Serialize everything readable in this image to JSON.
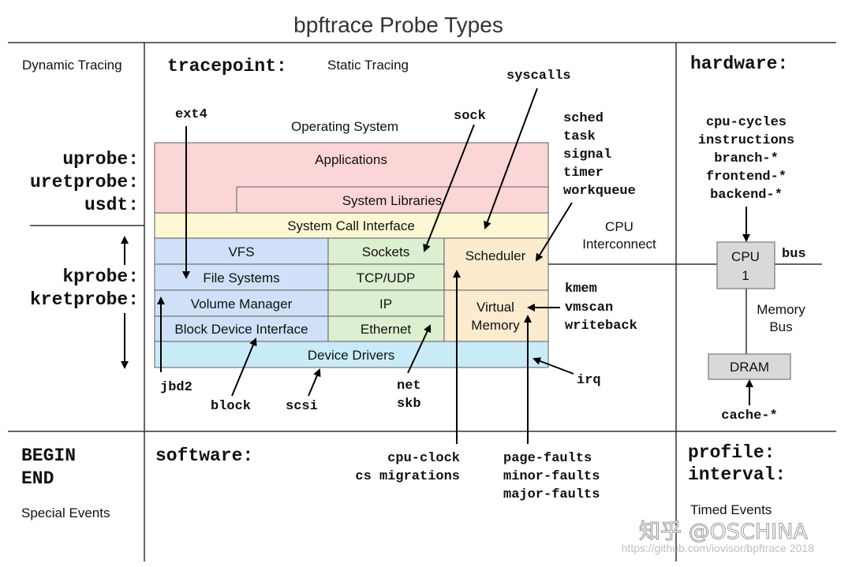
{
  "title": "bpftrace Probe Types",
  "sections": {
    "dynamic_tracing": "Dynamic Tracing",
    "static_tracing": "Static Tracing",
    "special_events": "Special Events",
    "timed_events": "Timed Events",
    "operating_system": "Operating System",
    "cpu_interconnect_1": "CPU",
    "cpu_interconnect_2": "Interconnect",
    "memory_bus_1": "Memory",
    "memory_bus_2": "Bus"
  },
  "probes": {
    "tracepoint": "tracepoint:",
    "hardware": "hardware:",
    "uprobe": "uprobe:",
    "uretprobe": "uretprobe:",
    "usdt": "usdt:",
    "kprobe": "kprobe:",
    "kretprobe": "kretprobe:",
    "begin": "BEGIN",
    "end": "END",
    "software": "software:",
    "profile": "profile:",
    "interval": "interval:"
  },
  "os_boxes": {
    "applications": "Applications",
    "system_libraries": "System Libraries",
    "system_call_interface": "System Call Interface",
    "vfs": "VFS",
    "file_systems": "File Systems",
    "volume_manager": "Volume Manager",
    "block_device_interface": "Block Device Interface",
    "sockets": "Sockets",
    "tcp_udp": "TCP/UDP",
    "ip": "IP",
    "ethernet": "Ethernet",
    "scheduler": "Scheduler",
    "virtual_1": "Virtual",
    "virtual_2": "Memory",
    "device_drivers": "Device Drivers"
  },
  "hw_boxes": {
    "cpu_1": "CPU",
    "cpu_2": "1",
    "dram": "DRAM"
  },
  "tracepoints": {
    "ext4": "ext4",
    "sock": "sock",
    "syscalls": "syscalls",
    "sched": "sched",
    "task": "task",
    "signal": "signal",
    "timer": "timer",
    "workqueue": "workqueue",
    "kmem": "kmem",
    "vmscan": "vmscan",
    "writeback": "writeback",
    "jbd2": "jbd2",
    "block": "block",
    "scsi": "scsi",
    "net": "net",
    "skb": "skb",
    "irq": "irq",
    "bus": "bus"
  },
  "hardware_events": {
    "cpu_cycles": "cpu-cycles",
    "instructions": "instructions",
    "branch": "branch-*",
    "frontend": "frontend-*",
    "backend": "backend-*",
    "cache": "cache-*"
  },
  "software_events": {
    "cpu_clock": "cpu-clock",
    "cs_migrations": "cs migrations",
    "page_faults": "page-faults",
    "minor_faults": "minor-faults",
    "major_faults": "major-faults"
  },
  "watermark": "知乎 @OSCHINA",
  "source_url": "https://github.com/iovisor/bpftrace 2018",
  "colors": {
    "applications": "#fcd6d6",
    "syscall": "#fdf7d4",
    "blue": "#cfe0f8",
    "green": "#dcefd0",
    "orange": "#fdebcf",
    "drivers": "#c9ebf8",
    "hw_box": "#d9d9d9"
  }
}
